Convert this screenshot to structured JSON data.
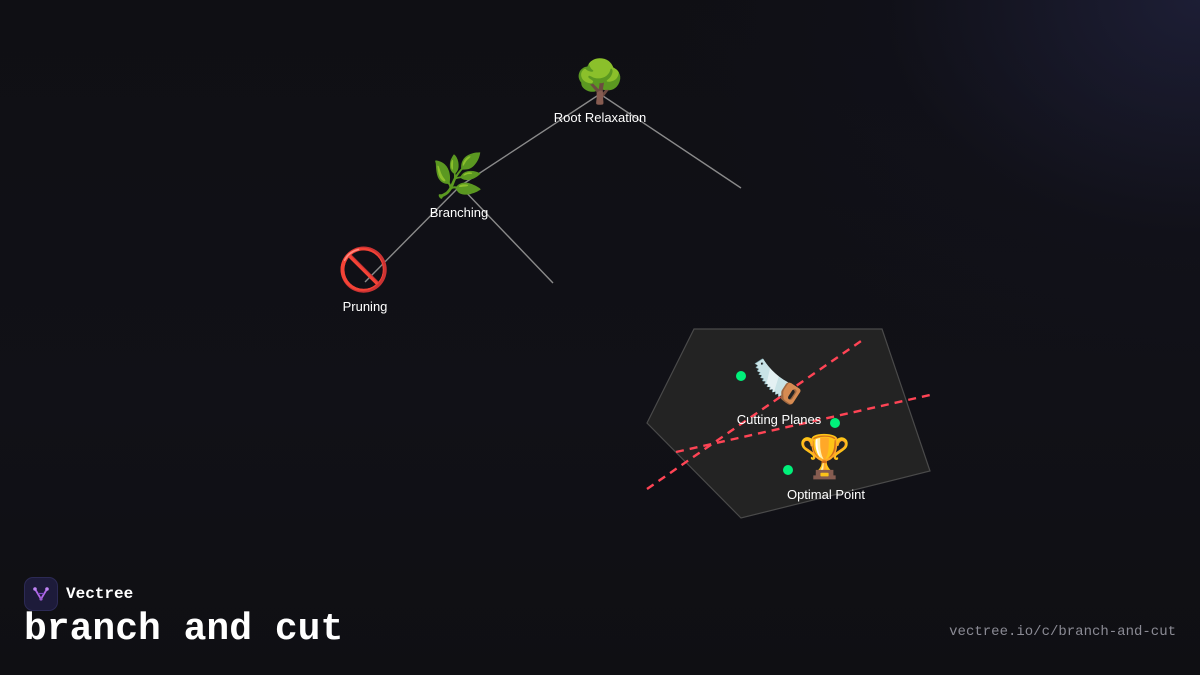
{
  "diagram": {
    "nodes": [
      {
        "id": "root",
        "icon": "🌳",
        "icon_name": "tree-icon",
        "label": "Root Relaxation"
      },
      {
        "id": "branching",
        "icon": "🌿",
        "icon_name": "herb-icon",
        "label": "Branching"
      },
      {
        "id": "pruning",
        "icon": "🚫",
        "icon_name": "prohibited-icon",
        "label": "Pruning"
      },
      {
        "id": "cutting",
        "icon": "🪚",
        "icon_name": "saw-icon",
        "label": "Cutting Planes"
      },
      {
        "id": "optimal",
        "icon": "🏆",
        "icon_name": "trophy-icon",
        "label": "Optimal Point"
      }
    ],
    "colors": {
      "edge": "#8a8a8a",
      "polytope_fill": "#232323",
      "polytope_stroke": "#4a4a4a",
      "cut_line": "#ff4455",
      "integer_point": "#00f07a",
      "label": "#ffffff"
    }
  },
  "footer": {
    "brand": "Vectree",
    "title": "branch and cut",
    "url": "vectree.io/c/branch-and-cut"
  }
}
